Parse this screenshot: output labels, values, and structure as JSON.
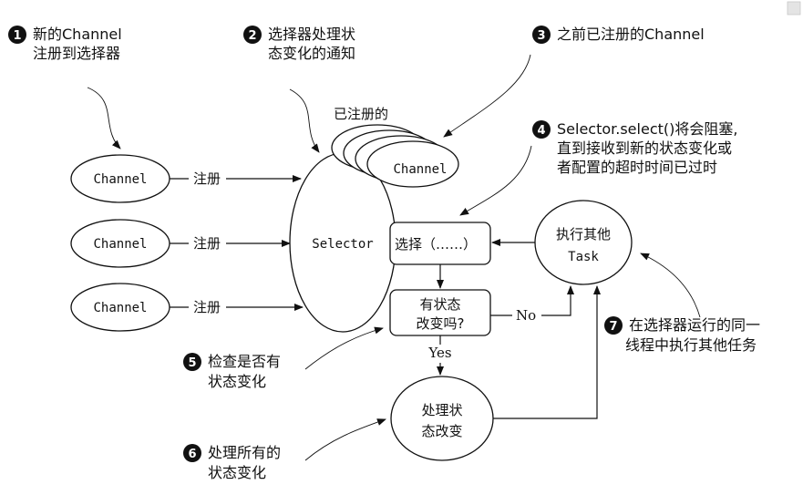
{
  "callouts": [
    {
      "num": "1",
      "lines": [
        "新的Channel",
        "注册到选择器"
      ]
    },
    {
      "num": "2",
      "lines": [
        "选择器处理状",
        "态变化的通知"
      ]
    },
    {
      "num": "3",
      "lines": [
        "之前已注册的Channel"
      ]
    },
    {
      "num": "4",
      "lines": [
        "Selector.select()将会阻塞,",
        "直到接收到新的状态变化或",
        "者配置的超时时间已过时"
      ]
    },
    {
      "num": "5",
      "lines": [
        "检查是否有",
        "状态变化"
      ]
    },
    {
      "num": "6",
      "lines": [
        "处理所有的",
        "状态变化"
      ]
    },
    {
      "num": "7",
      "lines": [
        "在选择器运行的同一",
        "线程中执行其他任务"
      ]
    }
  ],
  "channels": {
    "label": "Channel",
    "register_label": "注册",
    "registered_group_label": "已注册的"
  },
  "selector": {
    "label": "Selector"
  },
  "boxes": {
    "select": "选择（……）",
    "check": [
      "有状态",
      "改变吗?"
    ],
    "process": [
      "处理状",
      "态改变"
    ],
    "task": [
      "执行其他",
      "Task"
    ]
  },
  "edges": {
    "no": "No",
    "yes": "Yes"
  }
}
